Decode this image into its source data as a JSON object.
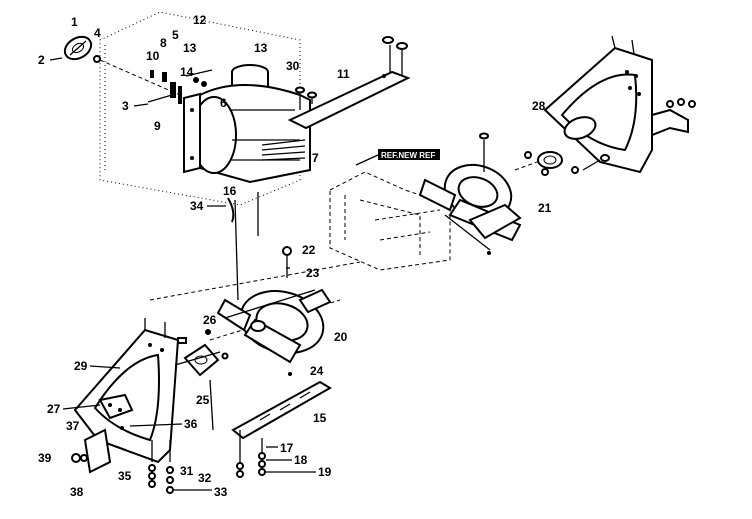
{
  "diagram": {
    "ref_label": "REF.NEW REF",
    "callouts": [
      "1",
      "2",
      "3",
      "4",
      "5",
      "6",
      "7",
      "8",
      "9",
      "10",
      "11",
      "12",
      "13",
      "13",
      "14",
      "15",
      "16",
      "17",
      "18",
      "19",
      "20",
      "21",
      "22",
      "23",
      "24",
      "25",
      "26",
      "27",
      "28",
      "29",
      "30",
      "31",
      "32",
      "33",
      "34",
      "35",
      "36",
      "37",
      "38",
      "39"
    ]
  }
}
